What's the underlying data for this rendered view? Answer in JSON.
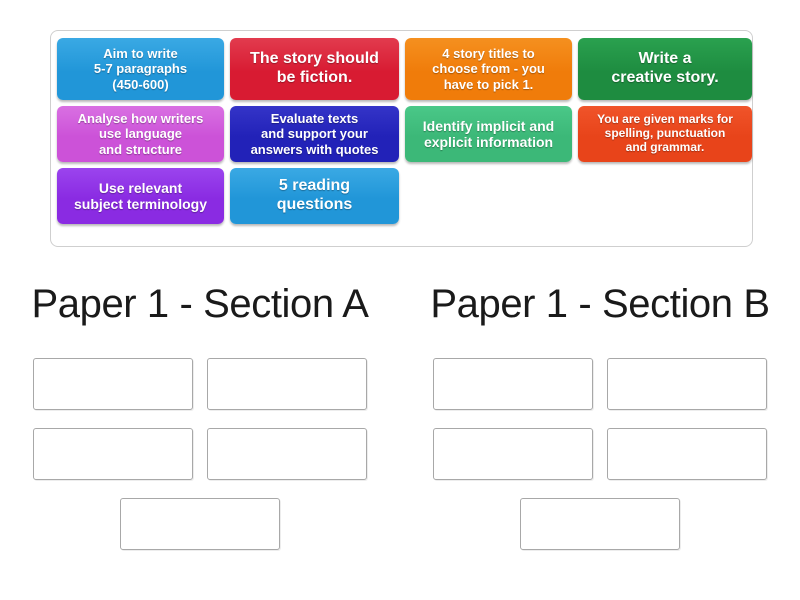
{
  "activity": {
    "type": "group-sort",
    "tile_bank": {
      "rows": [
        [
          {
            "text": "Aim to write\n5-7 paragraphs\n(450-600)",
            "color": "#2196d8",
            "color_top": "#3aa9e4",
            "size": "small"
          },
          {
            "text": "The story should\nbe fiction.",
            "color": "#d81b32",
            "color_top": "#e23b4e",
            "size": "large"
          },
          {
            "text": "4 story titles to\nchoose from - you\nhave to pick 1.",
            "color": "#f07c0a",
            "color_top": "#f5901f",
            "size": "small"
          },
          {
            "text": "Write a\ncreative story.",
            "color": "#1e8c40",
            "color_top": "#2aa14f",
            "size": "large"
          }
        ],
        [
          {
            "text": "Analyse how writers\nuse language\nand structure",
            "color": "#cc52d8",
            "color_top": "#d970e2",
            "size": "small"
          },
          {
            "text": "Evaluate texts\nand support your\nanswers with quotes",
            "color": "#2222b8",
            "color_top": "#3434c8",
            "size": "small"
          },
          {
            "text": "Identify implicit and\nexplicit information",
            "color": "#3cb878",
            "color_top": "#4ac888",
            "size": "medium"
          },
          {
            "text": "You are given marks for\nspelling, punctuation\nand grammar.",
            "color": "#e8441a",
            "color_top": "#f0542a",
            "size": "tiny"
          }
        ],
        [
          {
            "text": "Use relevant\nsubject terminology",
            "color": "#8a2be2",
            "color_top": "#9b44ee",
            "size": "medium"
          },
          {
            "text": "5 reading\nquestions",
            "color": "#2196d8",
            "color_top": "#3aa9e4",
            "size": "large"
          }
        ]
      ]
    },
    "columns": [
      {
        "heading": "Paper 1 - Section A",
        "dropzones": [
          "",
          "",
          "",
          "",
          ""
        ]
      },
      {
        "heading": "Paper 1 - Section B",
        "dropzones": [
          "",
          "",
          "",
          "",
          ""
        ]
      }
    ]
  }
}
